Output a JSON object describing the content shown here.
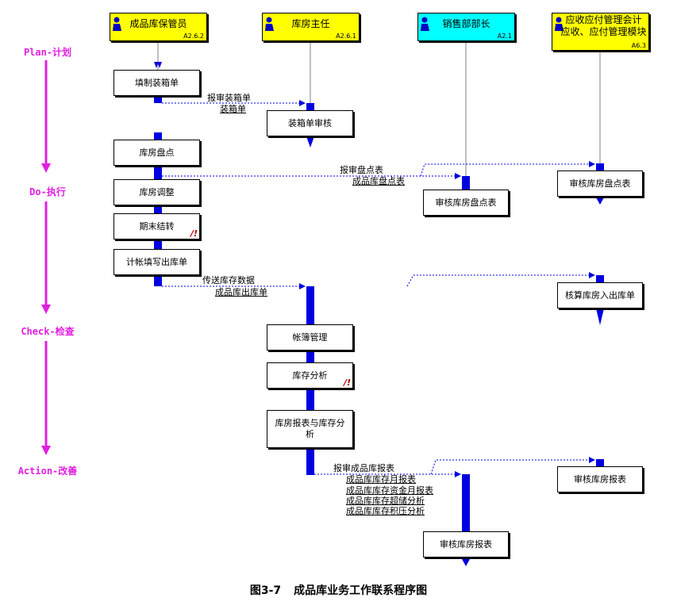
{
  "roles": [
    {
      "name": "成品库保管员",
      "code": "A2.6.2",
      "color": "#ffff00"
    },
    {
      "name": "库房主任",
      "code": "A2.6.1",
      "color": "#ffff00"
    },
    {
      "name": "销售部部长",
      "code": "A2.1",
      "color": "#00ffff"
    },
    {
      "name": "应收应付管理会计",
      "name2": "应收、应付管理模块",
      "code": "A6.3",
      "color": "#ffff00"
    }
  ],
  "phases": [
    "Plan-计划",
    "Do-执行",
    "Check-检查",
    "Action-改善"
  ],
  "activities": [
    "填制装箱单",
    "装箱单审核",
    "库房盘点",
    "审核库房盘点表",
    "审核库房盘点表",
    "库房调整",
    "期末结转",
    "计帐填写出库单",
    "核算库房入出库单",
    "帐簿管理",
    "库存分析",
    "库房报表与库存分析",
    "审核库房报表",
    "审核库房报表"
  ],
  "messages": {
    "m1": [
      "报审装箱单",
      "装箱单"
    ],
    "m2": [
      "报审盘点表",
      "成品库盘点表"
    ],
    "m3": [
      "传送库存数据",
      "成品库出库单"
    ],
    "m4": [
      "报审成品库报表",
      "成品库库存月报表",
      "成品库库存资金月报表",
      "成品库库存超储分析",
      "成品库库存积压分析"
    ]
  },
  "caption": {
    "fig": "图3-7",
    "title": "成品库业务工作联系程序图"
  },
  "colors": {
    "bar": "#0000e0",
    "phase": "#e020e0",
    "warn": "#b00000"
  }
}
